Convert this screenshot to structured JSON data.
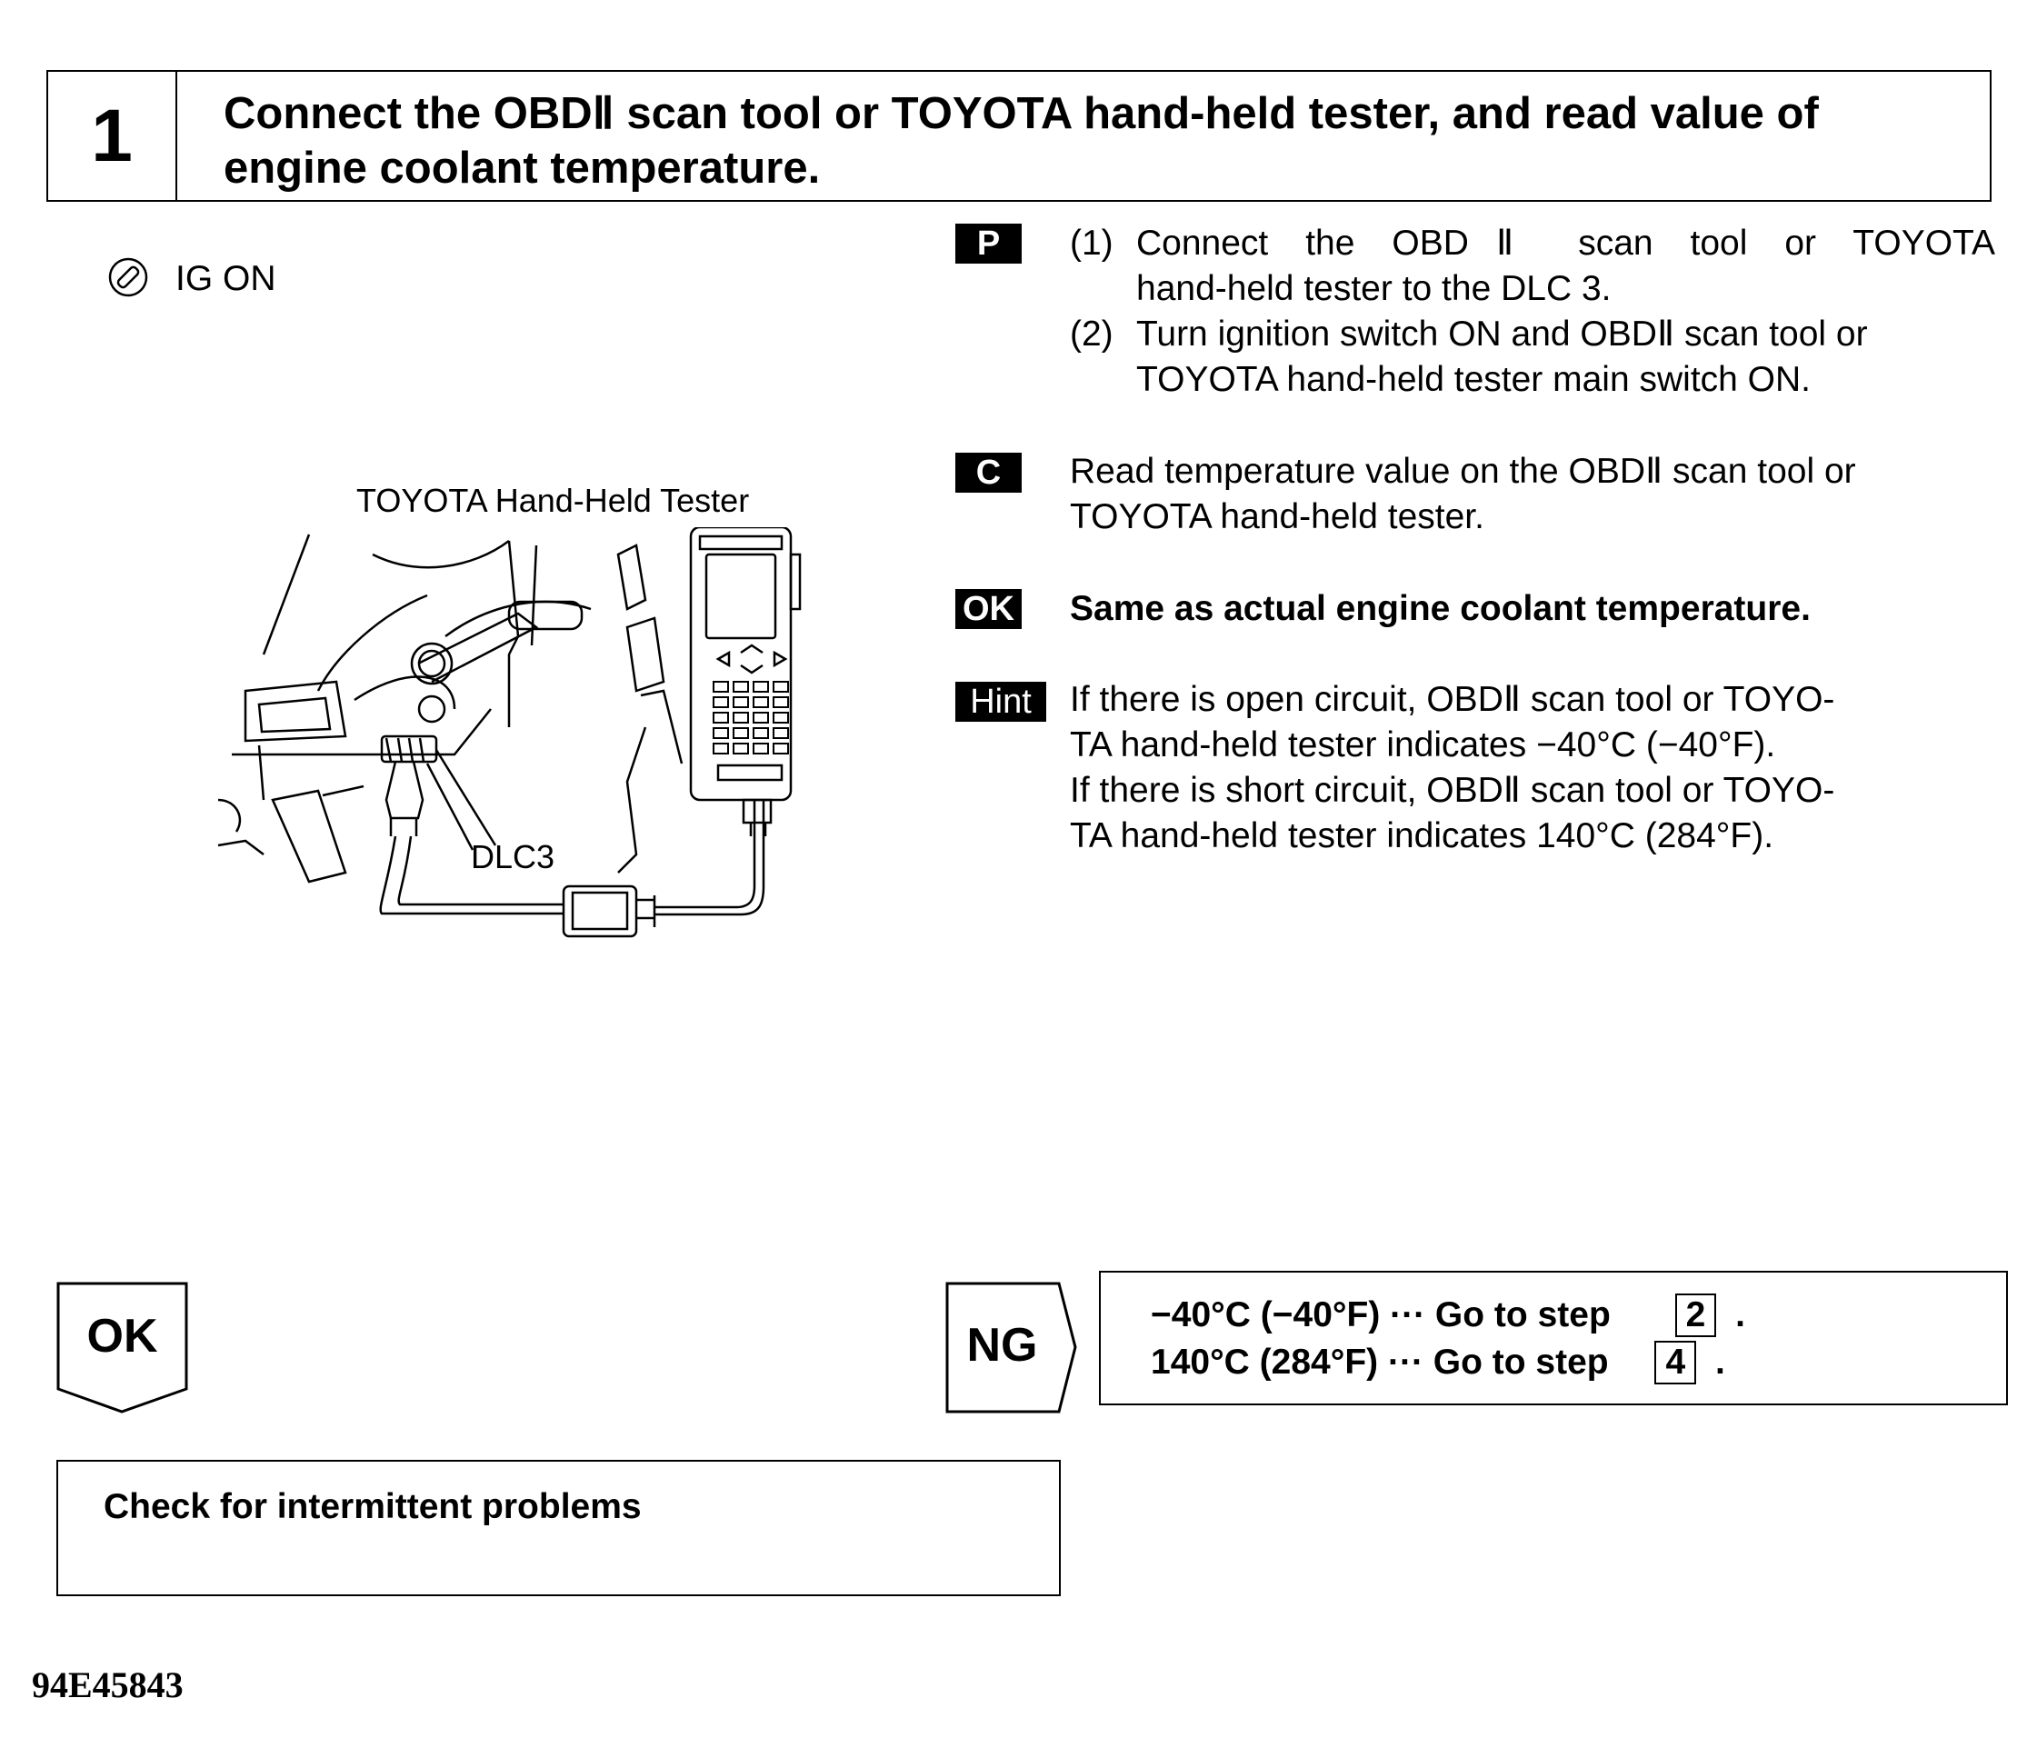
{
  "step": {
    "number": "1",
    "title": "Connect the OBDⅡ scan tool or TOYOTA hand-held tester, and read value of engine coolant temperature."
  },
  "condition": {
    "icon": "ignition-key-icon",
    "label": "IG ON"
  },
  "illustration": {
    "tester_label": "TOYOTA Hand-Held Tester",
    "dlc_label": "DLC3"
  },
  "instructions": {
    "prepare": {
      "tag": "P",
      "item1_num": "(1)",
      "item1_line1": "Connect the OBDⅡ scan tool or TOYOTA",
      "item1_line2": "hand-held tester to the DLC 3.",
      "item2_num": "(2)",
      "item2_line1": "Turn ignition switch ON and OBDⅡ scan tool or",
      "item2_line2": "TOYOTA hand-held tester main switch ON."
    },
    "check": {
      "tag": "C",
      "line1": "Read temperature value on the OBDⅡ scan tool or",
      "line2": "TOYOTA hand-held tester."
    },
    "ok": {
      "tag": "OK",
      "text": "Same as actual engine coolant temperature."
    },
    "hint": {
      "tag": "Hint",
      "line1": "If there is open circuit, OBDⅡ scan tool or TOYO-",
      "line2": "TA hand-held tester indicates −40°C (−40°F).",
      "line3": "If there is short circuit, OBDⅡ scan tool or TOYO-",
      "line4": "TA hand-held tester indicates 140°C (284°F)."
    }
  },
  "flow": {
    "ok_label": "OK",
    "ng_label": "NG",
    "ng_line1_text": "−40°C (−40°F) ··· Go to step",
    "ng_line1_step": "2",
    "ng_line2_text": "140°C (284°F) ··· Go to step",
    "ng_line2_step": "4",
    "period": ".",
    "ok_action": "Check for intermittent problems"
  },
  "footer_code": "94E45843"
}
